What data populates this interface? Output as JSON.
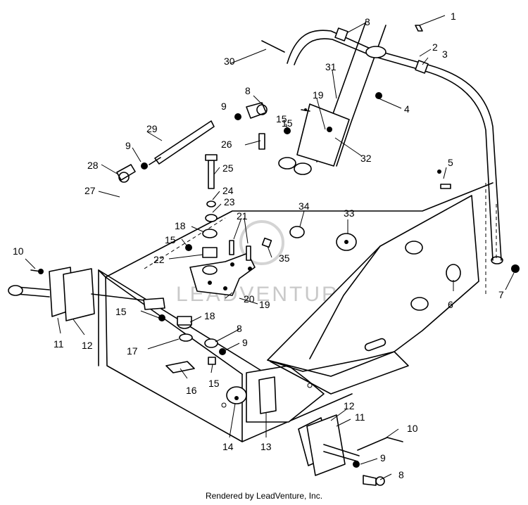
{
  "credit": "Rendered by LeadVenture, Inc.",
  "watermark": "LEADVENTURE",
  "callouts": [
    "1",
    "2",
    "3",
    "3",
    "4",
    "5",
    "6",
    "7",
    "8",
    "8",
    "8",
    "9",
    "9",
    "9",
    "9",
    "10",
    "10",
    "11",
    "11",
    "12",
    "12",
    "13",
    "14",
    "15",
    "15",
    "15",
    "15",
    "15",
    "16",
    "17",
    "18",
    "18",
    "19",
    "19",
    "20",
    "21",
    "22",
    "23",
    "24",
    "25",
    "26",
    "27",
    "28",
    "29",
    "30",
    "31",
    "32",
    "33",
    "34",
    "35"
  ]
}
